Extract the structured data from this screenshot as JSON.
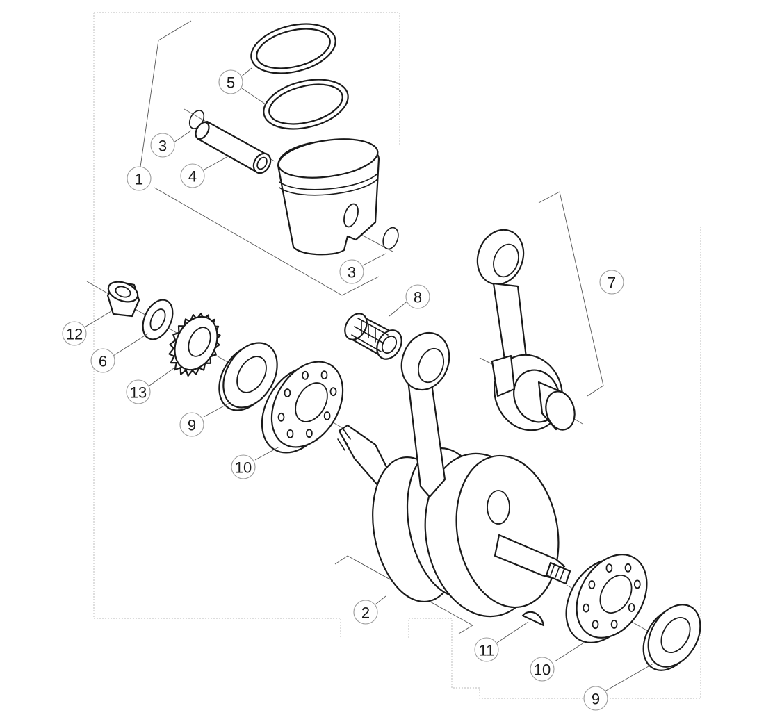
{
  "diagram": {
    "colors": {
      "line": "#1a1a1a",
      "background": "#ffffff",
      "callout_border": "#9a9a9a",
      "dotted_frame": "#c8c8c8"
    },
    "callouts": {
      "c1": "1",
      "c2": "2",
      "c3a": "3",
      "c3b": "3",
      "c4": "4",
      "c5": "5",
      "c6": "6",
      "c7": "7",
      "c8": "8",
      "c9a": "9",
      "c9b": "9",
      "c10a": "10",
      "c10b": "10",
      "c11": "11",
      "c12": "12",
      "c13": "13"
    }
  }
}
